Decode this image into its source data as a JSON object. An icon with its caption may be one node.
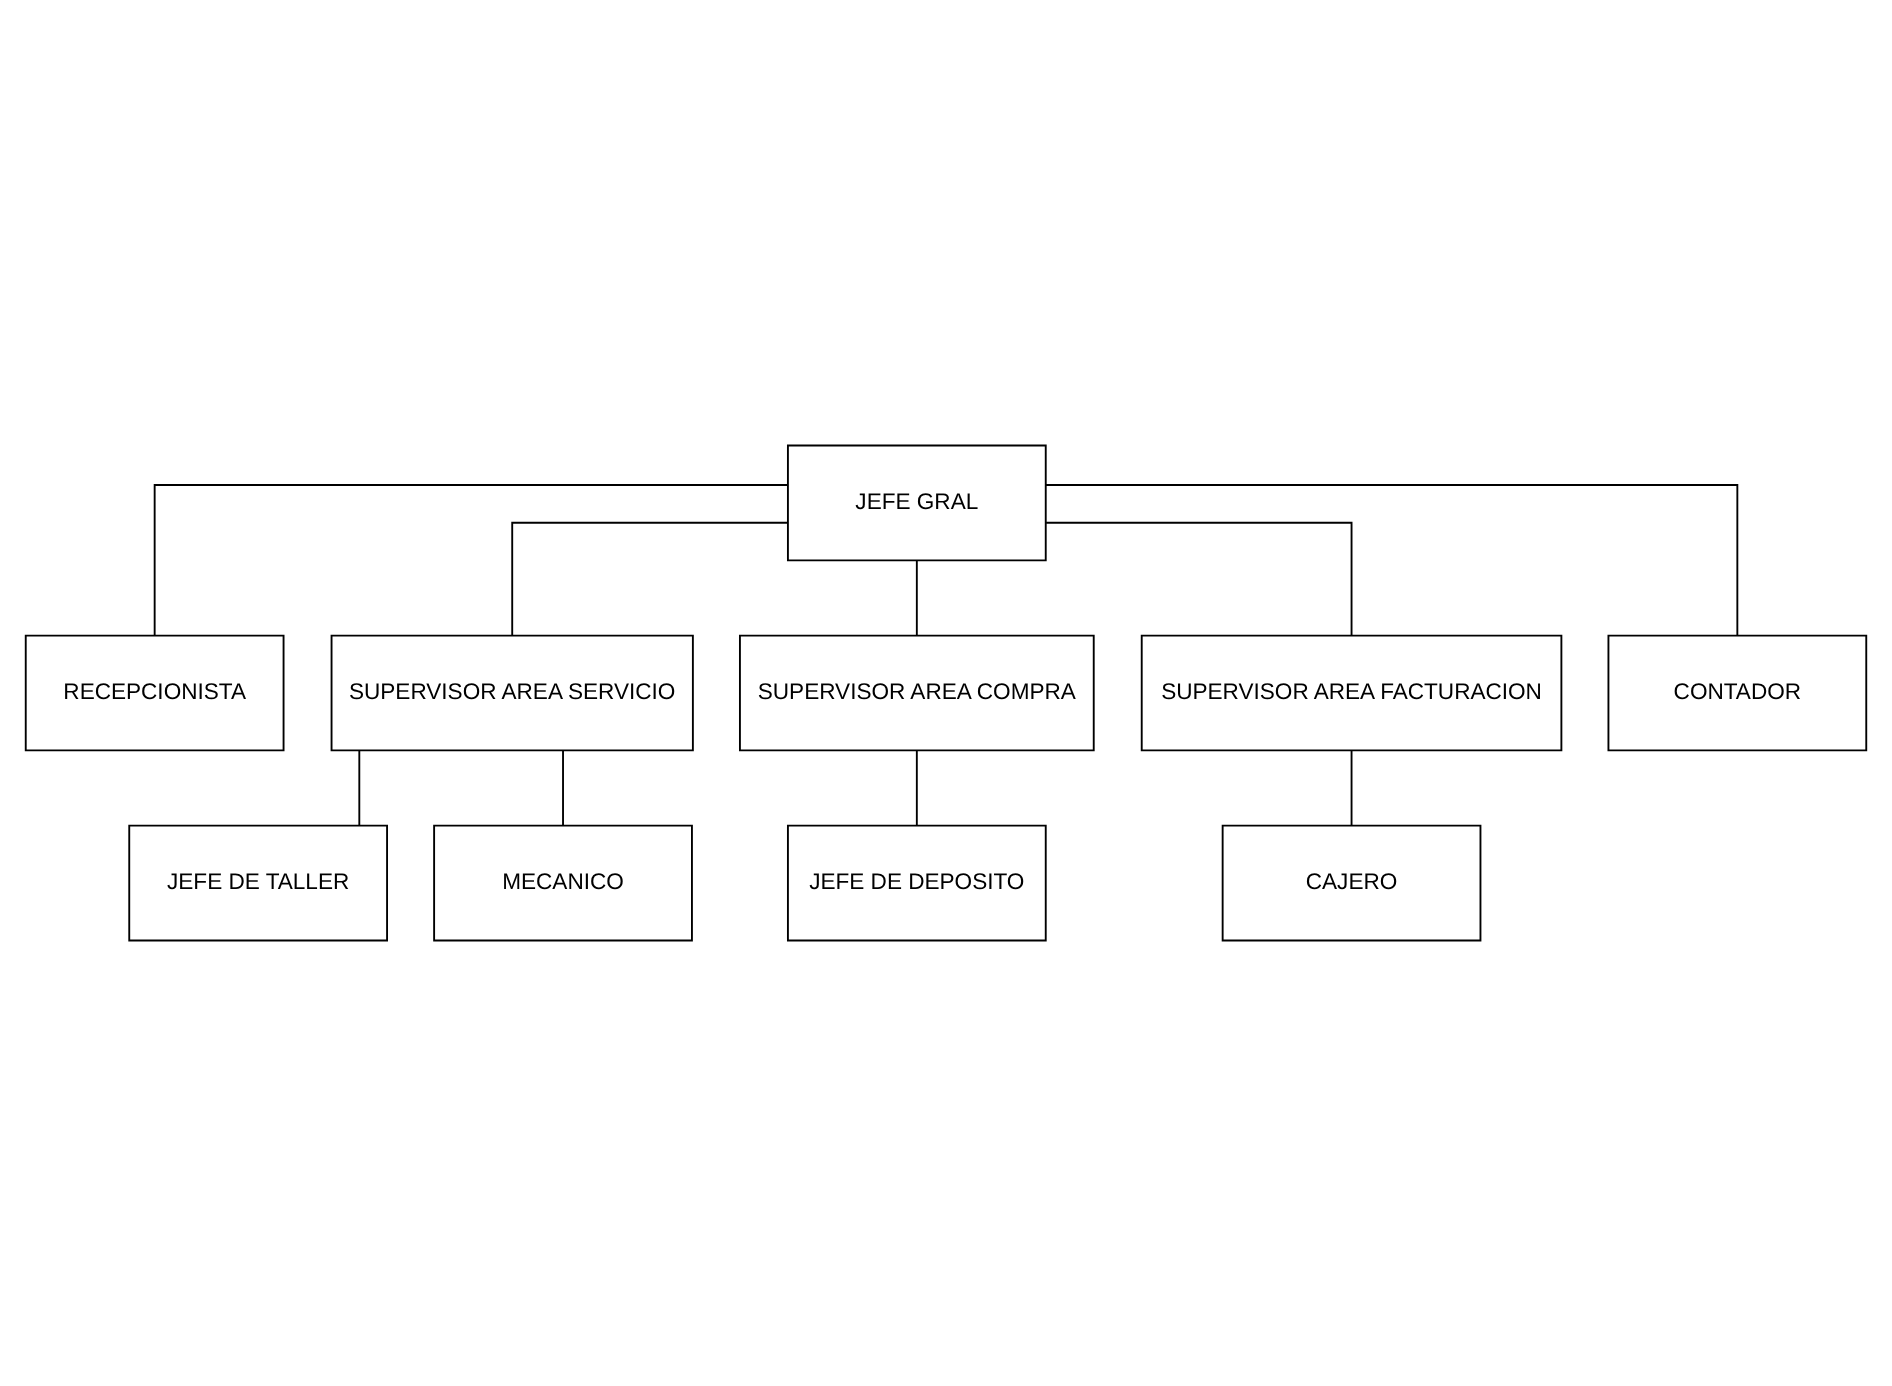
{
  "diagram": {
    "nodes": [
      {
        "text": [
          "JEFE GRAL"
        ]
      },
      {
        "text": [
          "RECEPCIONISTA"
        ]
      },
      {
        "text": [
          "SUPERVISOR AREA SERVICIO"
        ]
      },
      {
        "text": [
          "SUPERVISOR AREA COMPRA"
        ]
      },
      {
        "text": [
          "SUPERVISOR AREA FACTURACION"
        ]
      },
      {
        "text": [
          "CONTADOR"
        ]
      },
      {
        "text": [
          "JEFE DE TALLER"
        ]
      },
      {
        "text": [
          "JEFE DE DEPOSITO"
        ]
      },
      {
        "text": [
          "CAJERO"
        ]
      },
      {
        "text": [
          "MECANICO"
        ]
      }
    ],
    "edges": [
      {
        "from": 0,
        "to": 1,
        "arrow": "none"
      },
      {
        "from": 0,
        "to": 2,
        "arrow": "none"
      },
      {
        "from": 0,
        "to": 3,
        "arrow": "none"
      },
      {
        "from": 0,
        "to": 4,
        "arrow": "none"
      },
      {
        "from": 0,
        "to": 5,
        "arrow": "none"
      },
      {
        "from": 2,
        "to": 6,
        "arrow": "none"
      },
      {
        "from": 2,
        "to": 9,
        "arrow": "none"
      },
      {
        "from": 3,
        "to": 7,
        "arrow": "none"
      },
      {
        "from": 4,
        "to": 8,
        "arrow": "none"
      }
    ]
  }
}
